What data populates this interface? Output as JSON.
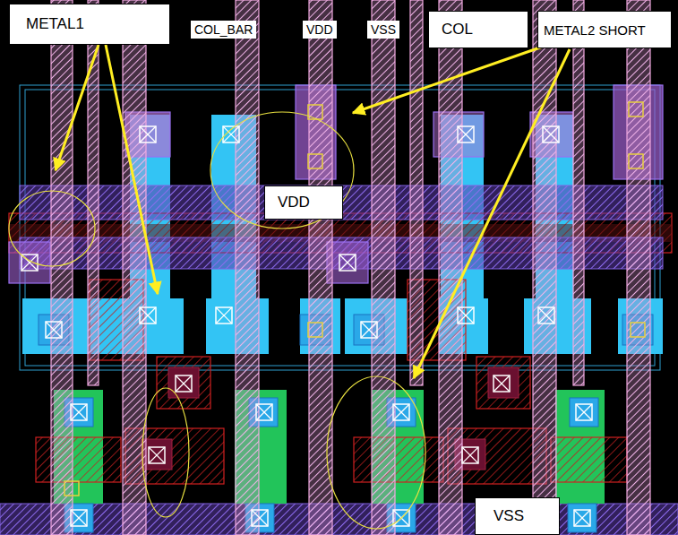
{
  "diagram": {
    "nodes": [
      {
        "text": [
          "METAL1"
        ]
      },
      {
        "text": [
          "COL"
        ]
      },
      {
        "text": [
          "METAL2 SHORT"
        ]
      },
      {
        "text": [
          "VDD"
        ]
      },
      {
        "text": [
          "VSS"
        ]
      }
    ],
    "labels": [
      "COL_BAR",
      "VDD",
      "VSS"
    ]
  }
}
